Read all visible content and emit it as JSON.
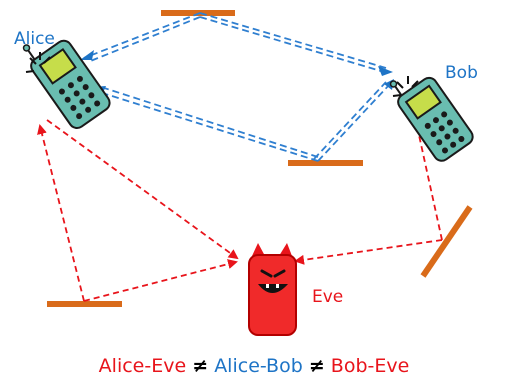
{
  "labels": {
    "alice": "Alice",
    "bob": "Bob",
    "eve": "Eve"
  },
  "formula": {
    "part1": "Alice-Eve",
    "neq1": "≠",
    "part2": "Alice-Bob",
    "neq2": "≠",
    "part3": "Bob-Eve"
  },
  "colors": {
    "blue_paths": "#2f7fd0",
    "red_paths": "#e8141b",
    "reflectors": "#d96b1a",
    "phone": "#69bdb0",
    "eve_device": "#f02a2a"
  },
  "icons": [
    "alice-phone-icon",
    "bob-phone-icon",
    "eve-device-icon",
    "reflector-icon"
  ]
}
